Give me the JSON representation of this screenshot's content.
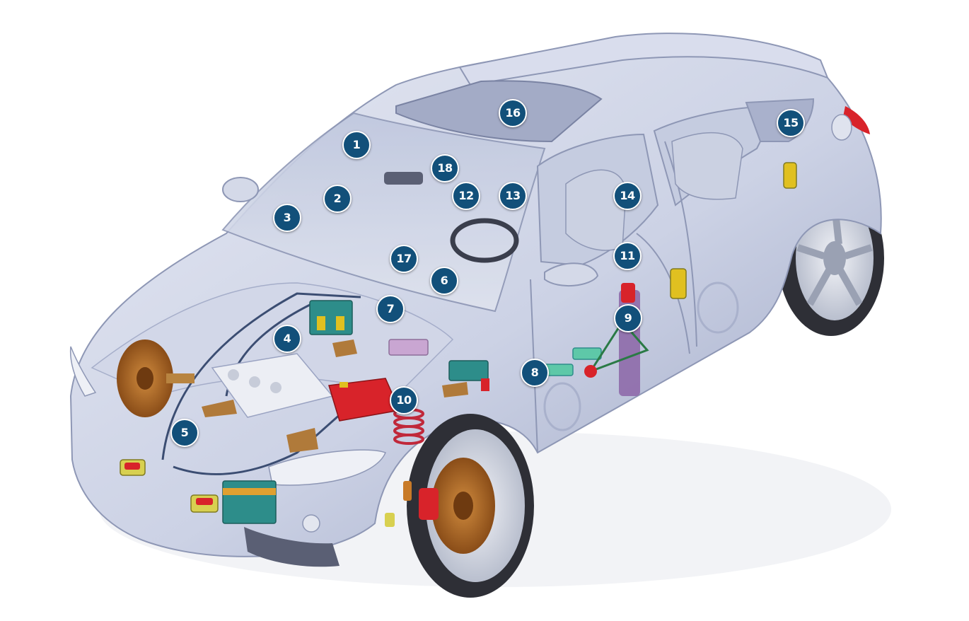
{
  "diagram": {
    "markers": [
      "1",
      "2",
      "3",
      "4",
      "5",
      "6",
      "7",
      "8",
      "9",
      "10",
      "11",
      "12",
      "13",
      "14",
      "15",
      "16",
      "17",
      "18"
    ]
  },
  "colors": {
    "marker": "#12507a",
    "body": "#d6dbea",
    "body_dark": "#a9b1cc",
    "glass": "#c9d0e4",
    "tire": "#2e2f36",
    "rim": "#dfe2ea",
    "brake": "#b06a25",
    "battery": "#d8232a",
    "spring": "#c0283a",
    "module_teal": "#2d8d8a"
  }
}
